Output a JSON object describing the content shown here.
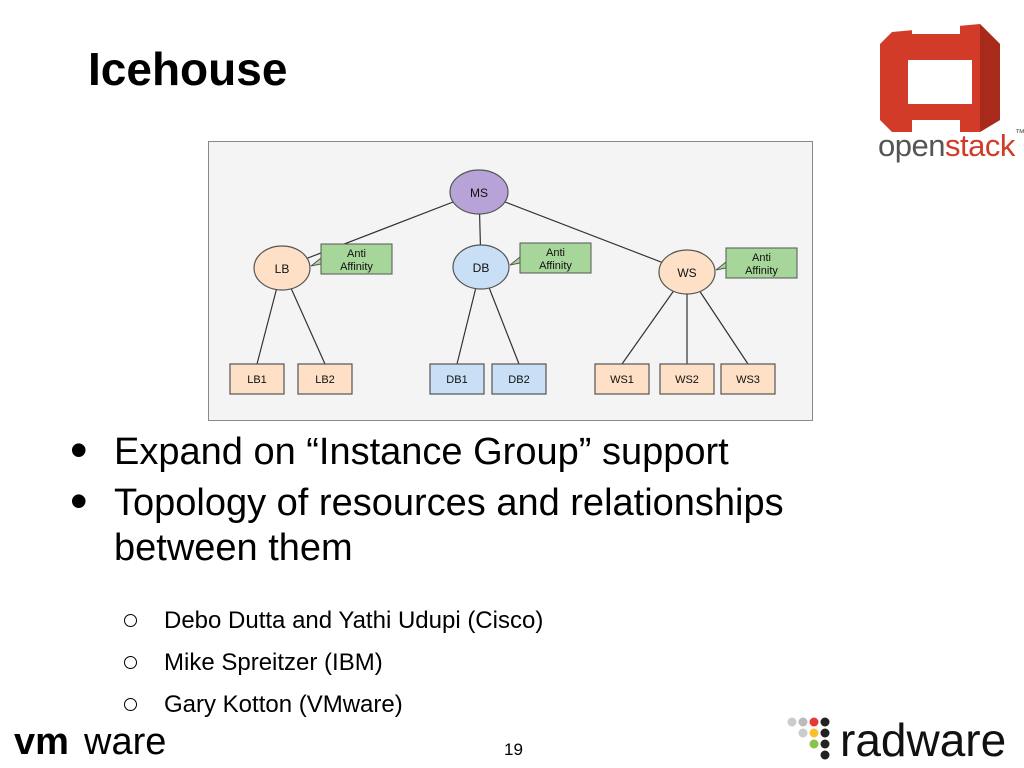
{
  "slide": {
    "title": "Icehouse",
    "page_number": "19"
  },
  "bullets": [
    {
      "text": "Expand on “Instance Group” support"
    },
    {
      "text": "Topology of resources and relationships between them"
    }
  ],
  "sub_bullets": [
    {
      "text": "Debo Dutta and Yathi Udupi (Cisco)"
    },
    {
      "text": "Mike Spreitzer (IBM)"
    },
    {
      "text": "Gary Kotton (VMware)"
    }
  ],
  "diagram": {
    "root": {
      "label": "MS",
      "color": "#b7a3d8"
    },
    "groups": [
      {
        "label": "LB",
        "color": "#fde0c5",
        "policy": "Anti Affinity",
        "children": [
          "LB1",
          "LB2"
        ]
      },
      {
        "label": "DB",
        "color": "#c8dff5",
        "policy": "Anti Affinity",
        "children": [
          "DB1",
          "DB2"
        ]
      },
      {
        "label": "WS",
        "color": "#fde0c5",
        "policy": "Anti Affinity",
        "children": [
          "WS1",
          "WS2",
          "WS3"
        ]
      }
    ],
    "policy_color": "#a6d69a"
  },
  "logos": {
    "openstack_open": "open",
    "openstack_stack": "stack",
    "openstack_tm": "™",
    "vmware_vm": "vm",
    "vmware_ware": "ware",
    "radware": "radware",
    "openstack_red": "#d23b27",
    "radware_green": "#8bc34a",
    "radware_red": "#e53935",
    "radware_yellow": "#fbc02d"
  }
}
